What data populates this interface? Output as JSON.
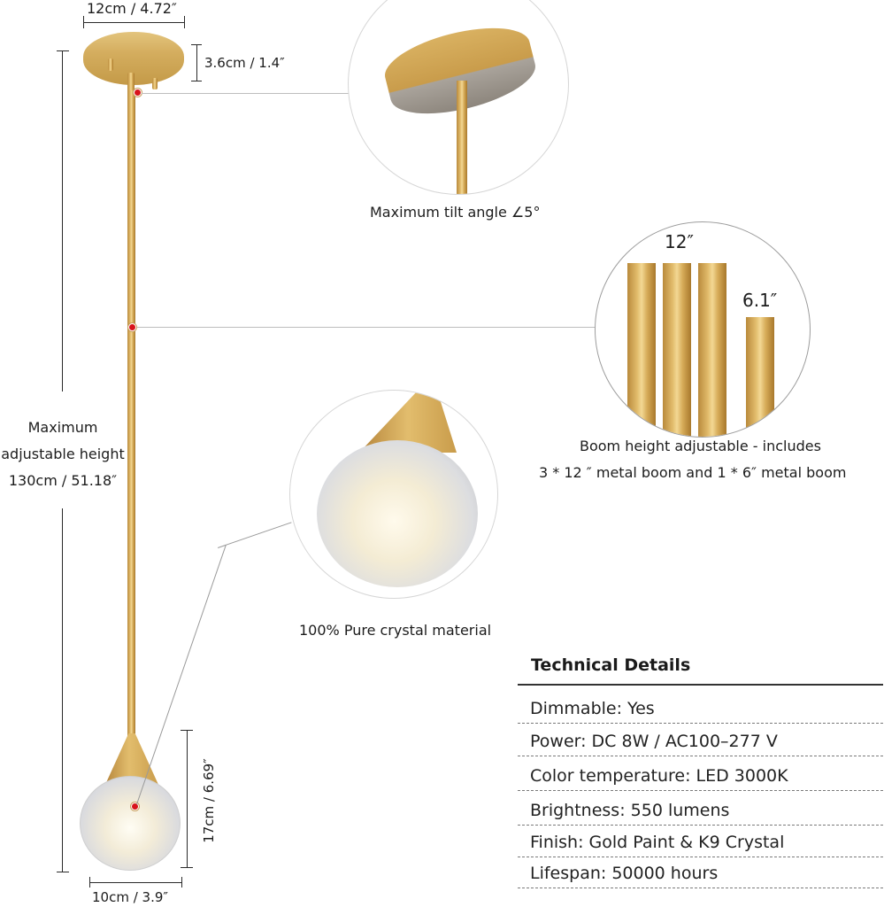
{
  "dimensions": {
    "canopy_width": "12cm / 4.72″",
    "canopy_height": "3.6cm / 1.4″",
    "max_height_line1": "Maximum",
    "max_height_line2": "adjustable height",
    "max_height_line3": "130cm / 51.18″",
    "shade_height": "17cm / 6.69″",
    "shade_width": "10cm / 3.9″"
  },
  "callouts": {
    "tilt": {
      "caption": "Maximum tilt angle ∠5°"
    },
    "boom": {
      "long_label": "12″",
      "short_label": "6.1″",
      "caption_line1": "Boom height adjustable - includes",
      "caption_line2": "3 * 12 ″ metal boom and 1 * 6″  metal boom"
    },
    "crystal": {
      "caption": "100% Pure crystal material"
    }
  },
  "technical_details": {
    "title": "Technical Details",
    "rows": [
      "Dimmable: Yes",
      "Power: DC 8W / AC100–277 V",
      "Color temperature: LED 3000K",
      "Brightness: 550 lumens",
      "Finish: Gold Paint & K9 Crystal",
      "Lifespan: 50000 hours"
    ]
  },
  "colors": {
    "gold": "#d6ab58",
    "marker_red": "#d8131b",
    "text": "#1c1c1c"
  }
}
